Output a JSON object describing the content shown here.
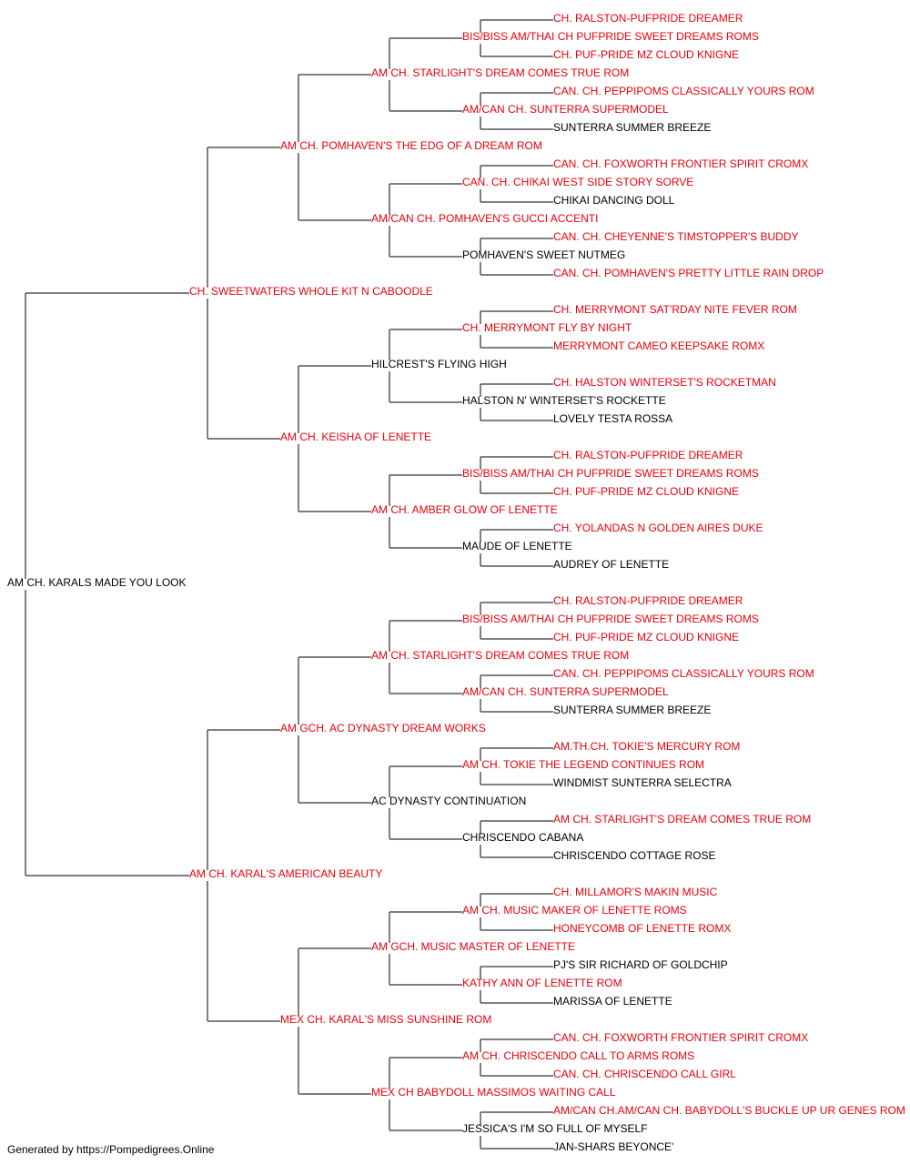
{
  "colors": {
    "titled": "#e8000b",
    "plain": "#000000",
    "connector": "#555555"
  },
  "pedigree": {
    "subject": {
      "name": "AM CH. KARALS MADE YOU LOOK",
      "titled": false
    },
    "parents": [
      {
        "name": "CH. SWEETWATERS WHOLE KIT N CABOODLE",
        "titled": true
      },
      {
        "name": "AM CH. KARAL'S AMERICAN BEAUTY",
        "titled": true
      }
    ],
    "grandparents": [
      {
        "name": "AM CH. POMHAVEN'S THE EDG OF A DREAM ROM",
        "titled": true
      },
      {
        "name": "AM CH. KEISHA OF LENETTE",
        "titled": true
      },
      {
        "name": "AM GCH. AC DYNASTY DREAM WORKS",
        "titled": true
      },
      {
        "name": "MEX CH. KARAL'S MISS SUNSHINE ROM",
        "titled": true
      }
    ],
    "great_grandparents": [
      {
        "name": "AM CH. STARLIGHT'S DREAM COMES TRUE ROM",
        "titled": true
      },
      {
        "name": "AM/CAN CH. POMHAVEN'S GUCCI ACCENTI",
        "titled": true
      },
      {
        "name": "HILCREST'S FLYING HIGH",
        "titled": false
      },
      {
        "name": "AM CH. AMBER GLOW OF LENETTE",
        "titled": true
      },
      {
        "name": "AM CH. STARLIGHT'S DREAM COMES TRUE ROM",
        "titled": true
      },
      {
        "name": "AC DYNASTY CONTINUATION",
        "titled": false
      },
      {
        "name": "AM GCH. MUSIC MASTER OF LENETTE",
        "titled": true
      },
      {
        "name": "MEX CH BABYDOLL MASSIMOS WAITING CALL",
        "titled": true
      }
    ],
    "gen4": [
      {
        "name": "BIS/BISS AM/THAI CH PUFPRIDE SWEET DREAMS ROMS",
        "titled": true
      },
      {
        "name": "AM/CAN CH. SUNTERRA SUPERMODEL",
        "titled": true
      },
      {
        "name": "CAN. CH. CHIKAI WEST SIDE STORY SORVE",
        "titled": true
      },
      {
        "name": "POMHAVEN'S SWEET NUTMEG",
        "titled": false
      },
      {
        "name": "CH. MERRYMONT FLY BY NIGHT",
        "titled": true
      },
      {
        "name": "HALSTON N' WINTERSET'S ROCKETTE",
        "titled": false
      },
      {
        "name": "BIS/BISS AM/THAI CH PUFPRIDE SWEET DREAMS ROMS",
        "titled": true
      },
      {
        "name": "MAUDE OF LENETTE",
        "titled": false
      },
      {
        "name": "BIS/BISS AM/THAI CH PUFPRIDE SWEET DREAMS ROMS",
        "titled": true
      },
      {
        "name": "AM/CAN CH. SUNTERRA SUPERMODEL",
        "titled": true
      },
      {
        "name": "AM CH. TOKIE THE LEGEND CONTINUES ROM",
        "titled": true
      },
      {
        "name": "CHRISCENDO CABANA",
        "titled": false
      },
      {
        "name": "AM CH. MUSIC MAKER OF LENETTE ROMS",
        "titled": true
      },
      {
        "name": "KATHY ANN OF LENETTE ROM",
        "titled": true
      },
      {
        "name": "AM CH. CHRISCENDO CALL TO ARMS ROMS",
        "titled": true
      },
      {
        "name": "JESSICA'S I'M SO FULL OF MYSELF",
        "titled": false
      }
    ],
    "gen5": [
      {
        "name": "CH. RALSTON-PUFPRIDE DREAMER",
        "titled": true
      },
      {
        "name": "CH. PUF-PRIDE MZ CLOUD KNIGNE",
        "titled": true
      },
      {
        "name": "CAN. CH. PEPPIPOMS CLASSICALLY YOURS ROM",
        "titled": true
      },
      {
        "name": "SUNTERRA SUMMER BREEZE",
        "titled": false
      },
      {
        "name": "CAN. CH. FOXWORTH FRONTIER SPIRIT CROMX",
        "titled": true
      },
      {
        "name": "CHIKAI DANCING DOLL",
        "titled": false
      },
      {
        "name": "CAN. CH. CHEYENNE'S TIMSTOPPER'S BUDDY",
        "titled": true
      },
      {
        "name": "CAN. CH. POMHAVEN'S PRETTY LITTLE RAIN DROP",
        "titled": true
      },
      {
        "name": "CH. MERRYMONT SAT'RDAY NITE FEVER ROM",
        "titled": true
      },
      {
        "name": "MERRYMONT CAMEO KEEPSAKE ROMX",
        "titled": true
      },
      {
        "name": "CH. HALSTON WINTERSET'S ROCKETMAN",
        "titled": true
      },
      {
        "name": "LOVELY TESTA ROSSA",
        "titled": false
      },
      {
        "name": "CH. RALSTON-PUFPRIDE DREAMER",
        "titled": true
      },
      {
        "name": "CH. PUF-PRIDE MZ CLOUD KNIGNE",
        "titled": true
      },
      {
        "name": "CH. YOLANDAS N GOLDEN AIRES DUKE",
        "titled": true
      },
      {
        "name": "AUDREY OF LENETTE",
        "titled": false
      },
      {
        "name": "CH. RALSTON-PUFPRIDE DREAMER",
        "titled": true
      },
      {
        "name": "CH. PUF-PRIDE MZ CLOUD KNIGNE",
        "titled": true
      },
      {
        "name": "CAN. CH. PEPPIPOMS CLASSICALLY YOURS ROM",
        "titled": true
      },
      {
        "name": "SUNTERRA SUMMER BREEZE",
        "titled": false
      },
      {
        "name": "AM.TH.CH. TOKIE'S MERCURY ROM",
        "titled": true
      },
      {
        "name": "WINDMIST SUNTERRA SELECTRA",
        "titled": false
      },
      {
        "name": "AM CH. STARLIGHT'S DREAM COMES TRUE ROM",
        "titled": true
      },
      {
        "name": "CHRISCENDO COTTAGE ROSE",
        "titled": false
      },
      {
        "name": "CH. MILLAMOR'S MAKIN MUSIC",
        "titled": true
      },
      {
        "name": "HONEYCOMB OF LENETTE ROMX",
        "titled": true
      },
      {
        "name": "PJ'S SIR RICHARD OF GOLDCHIP",
        "titled": false
      },
      {
        "name": "MARISSA OF LENETTE",
        "titled": false
      },
      {
        "name": "CAN. CH. FOXWORTH FRONTIER SPIRIT CROMX",
        "titled": true
      },
      {
        "name": "CAN. CH. CHRISCENDO CALL GIRL",
        "titled": true
      },
      {
        "name": "AM/CAN CH.AM/CAN CH. BABYDOLL'S BUCKLE UP UR GENES ROM",
        "titled": true
      },
      {
        "name": "JAN-SHARS BEYONCE'",
        "titled": false
      }
    ]
  },
  "footer": "Generated by https://Pompedigrees.Online"
}
